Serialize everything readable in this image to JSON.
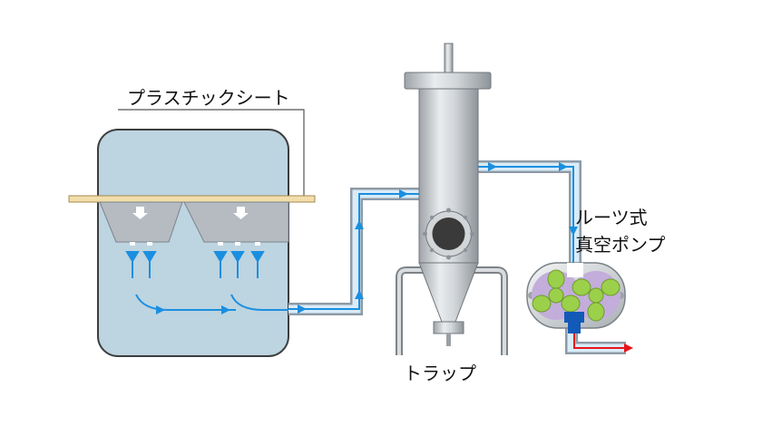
{
  "labels": {
    "plastic_sheet": "プラスチックシート",
    "trap": "トラップ",
    "roots_pump_line1": "ルーツ式",
    "roots_pump_line2": "真空ポンプ"
  },
  "colors": {
    "chamber_fill": "#bdd4e1",
    "chamber_stroke": "#3d3d3d",
    "sheet": "#f2deaa",
    "flow_arrow": "#1a8fe0",
    "pipe_outer": "#8e9aa6",
    "pipe_inner": "#d9ecf8",
    "exhaust_arrow": "#e8141c",
    "pump_rotor_green": "#9bd04a",
    "pump_casing_purple": "#c3addb",
    "pump_outlet_blue": "#1259b8",
    "trap_steel": "#c6cacd"
  }
}
